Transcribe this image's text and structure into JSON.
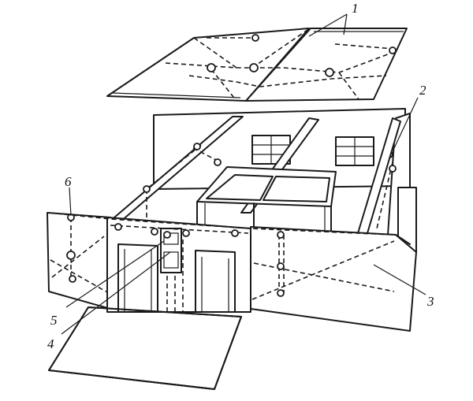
{
  "figure": {
    "callouts": [
      {
        "id": "c1",
        "text": "1"
      },
      {
        "id": "c2",
        "text": "2"
      },
      {
        "id": "c3",
        "text": "3"
      },
      {
        "id": "c4",
        "text": "4"
      },
      {
        "id": "c5",
        "text": "5"
      },
      {
        "id": "c6",
        "text": "6"
      }
    ]
  }
}
